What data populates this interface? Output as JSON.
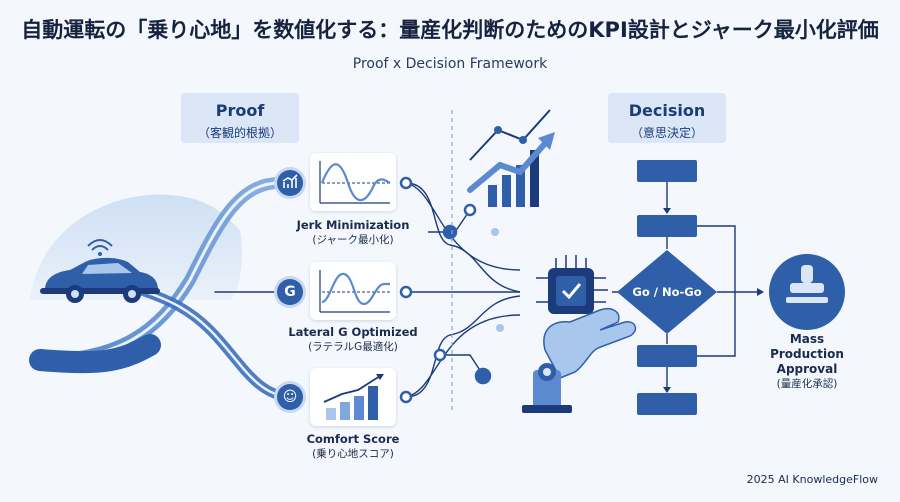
{
  "title": "自動運転の「乗り心地」を数値化する：量産化判断のためのKPI設計とジャーク最小化評価",
  "subtitle": "Proof x Decision Framework",
  "proof": {
    "label": "Proof",
    "sublabel": "（客観的根拠）"
  },
  "decision": {
    "label": "Decision",
    "sublabel": "（意思決定）"
  },
  "kpis": [
    {
      "title": "Jerk Minimization",
      "subtitle": "(ジャーク最小化)",
      "icon": "trend-chart-icon"
    },
    {
      "title": "Lateral G Optimized",
      "subtitle": "(ラテラルG最適化)",
      "icon": "g-letter-icon",
      "icon_glyph": "G"
    },
    {
      "title": "Comfort Score",
      "subtitle": "(乗り心地スコア)",
      "icon": "smiley-icon",
      "icon_glyph": "☺"
    }
  ],
  "gate": {
    "label": "Go / No-Go"
  },
  "approval": {
    "title": "Mass Production Approval",
    "subtitle": "(量産化承認)",
    "icon": "stamp-icon"
  },
  "footer": "2025 AI KnowledgeFlow",
  "colors": {
    "primary": "#2f5fa8",
    "dark": "#1b3b7a",
    "light": "#dbe7f7",
    "background": "#f4f7fc"
  }
}
